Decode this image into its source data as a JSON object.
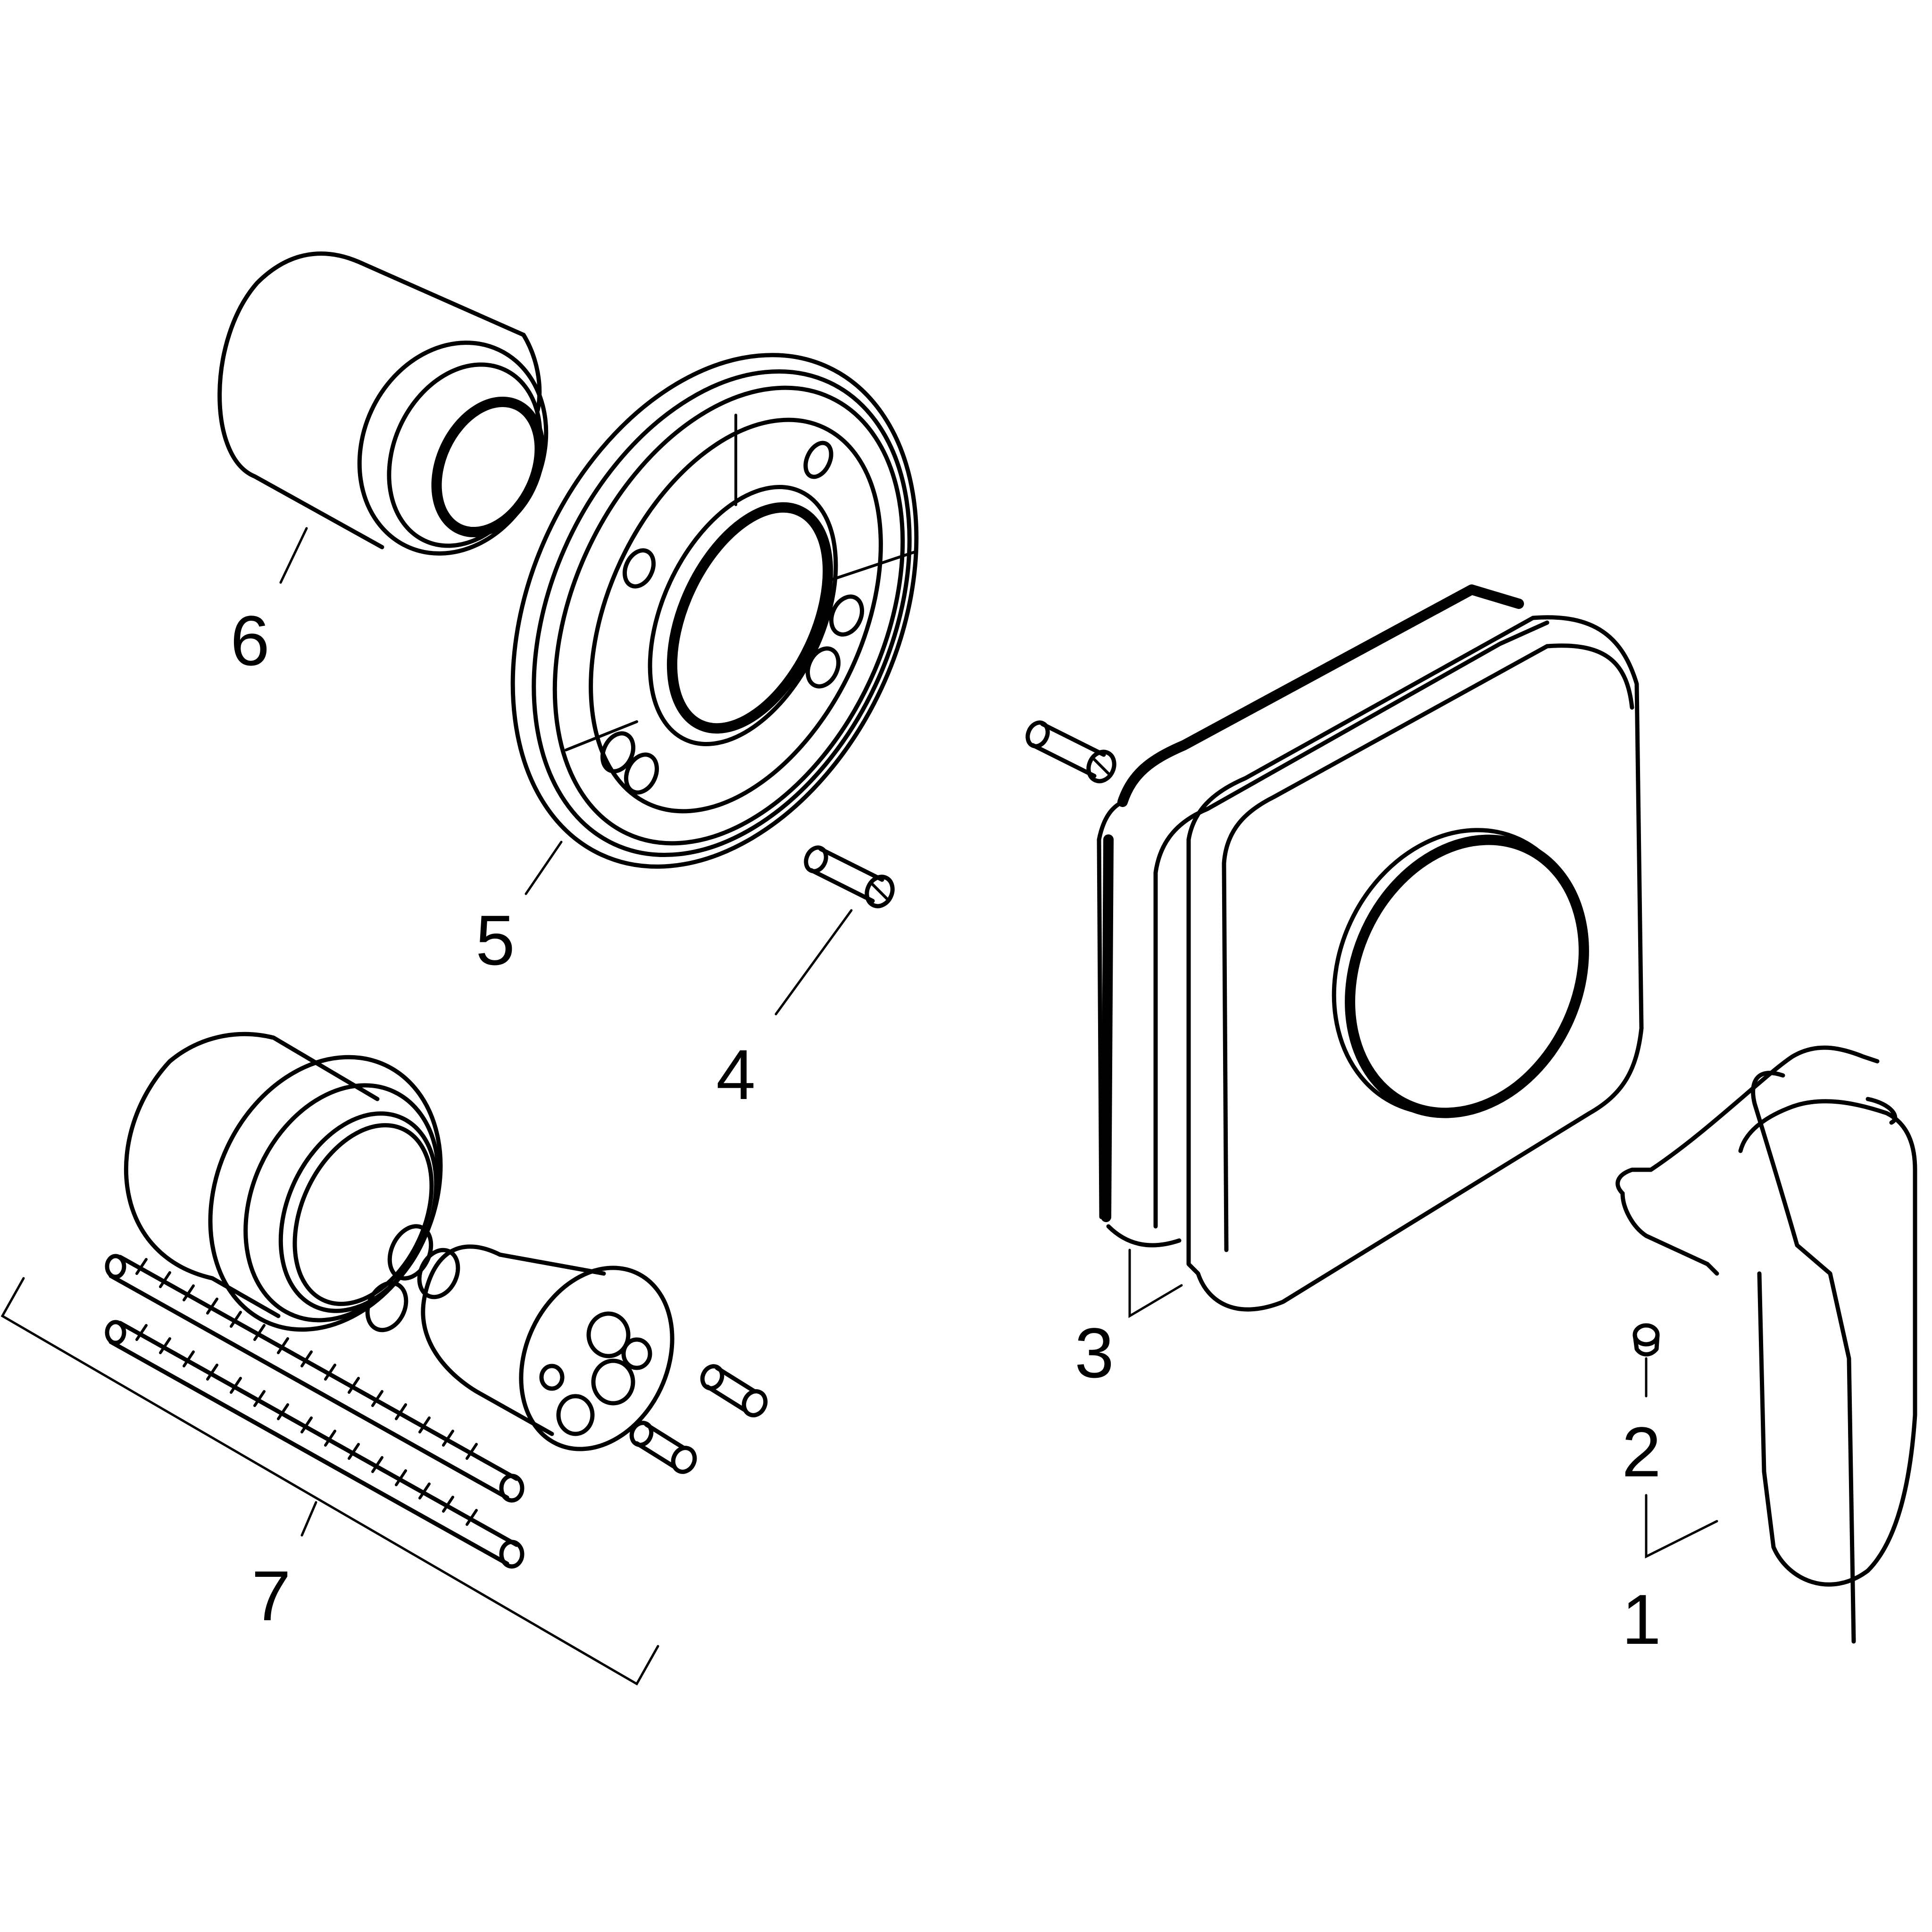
{
  "diagram": {
    "type": "exploded-parts-view",
    "part_labels": [
      "1",
      "2",
      "3",
      "4",
      "5",
      "6",
      "7"
    ]
  }
}
